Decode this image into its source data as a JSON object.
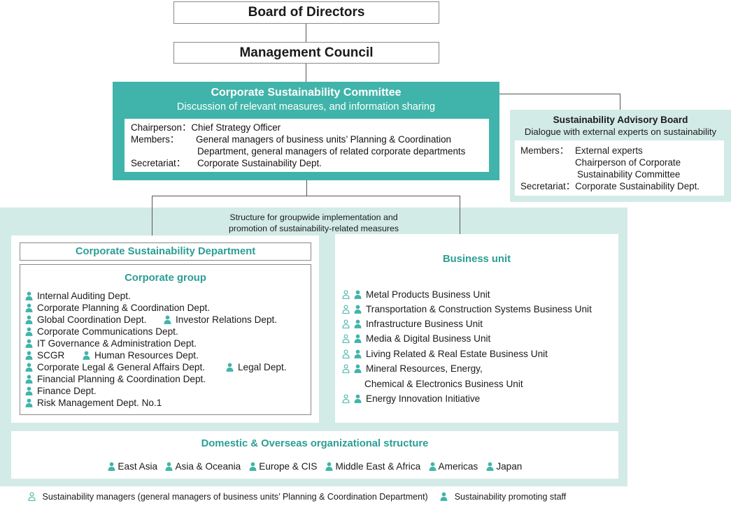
{
  "board": "Board of Directors",
  "council": "Management Council",
  "csc": {
    "title": "Corporate Sustainability Committee",
    "subtitle": "Discussion of relevant measures, and information sharing",
    "chair_label": "Chairperson：",
    "chair_value": "Chief Strategy Officer",
    "members_label": "Members：",
    "members_value_1": "General managers of business units’ Planning & Coordination",
    "members_value_2": "Department, general managers of related corporate departments",
    "secretariat_label": "Secretariat：",
    "secretariat_value": "Corporate Sustainability Dept."
  },
  "advisory": {
    "title": "Sustainability Advisory Board",
    "subtitle": "Dialogue with external experts on sustainability",
    "members_label": "Members：",
    "members_1": "External experts",
    "members_2": "Chairperson of Corporate",
    "members_3": "Sustainability Committee",
    "secretariat_label": "Secretariat：",
    "secretariat_value": "Corporate Sustainability Dept."
  },
  "structure_note_1": "Structure for groupwide implementation and",
  "structure_note_2": "promotion of sustainability-related measures",
  "csd_title": "Corporate Sustainability Department",
  "corp_group": {
    "title": "Corporate group",
    "items": [
      "Internal Auditing Dept.",
      "Corporate Planning & Coordination Dept.",
      "Global Coordination Dept.",
      "Investor Relations Dept.",
      "Corporate Communications Dept.",
      "IT Governance & Administration Dept.",
      "SCGR",
      "Human Resources Dept.",
      "Corporate Legal & General Affairs Dept.",
      "Legal Dept.",
      "Financial Planning & Coordination Dept.",
      "Finance Dept.",
      "Risk Management Dept. No.1"
    ]
  },
  "business": {
    "title": "Business unit",
    "items": [
      "Metal Products Business Unit",
      "Transportation & Construction Systems Business Unit",
      "Infrastructure Business Unit",
      "Media & Digital Business Unit",
      "Living Related & Real Estate Business Unit",
      "Mineral Resources, Energy,",
      "Chemical & Electronics Business Unit",
      "Energy Innovation Initiative"
    ]
  },
  "domestic": {
    "title": "Domestic & Overseas organizational structure",
    "regions": [
      "East Asia",
      "Asia & Oceania",
      "Europe & CIS",
      "Middle East & Africa",
      "Americas",
      "Japan"
    ]
  },
  "legend": {
    "managers": "Sustainability managers (general managers of business units’ Planning & Coordination Department)",
    "staff": "Sustainability promoting staff"
  },
  "colors": {
    "teal": "#40b4aa",
    "teal_text": "#2b9e94",
    "light_bg": "#d3ebe7"
  }
}
